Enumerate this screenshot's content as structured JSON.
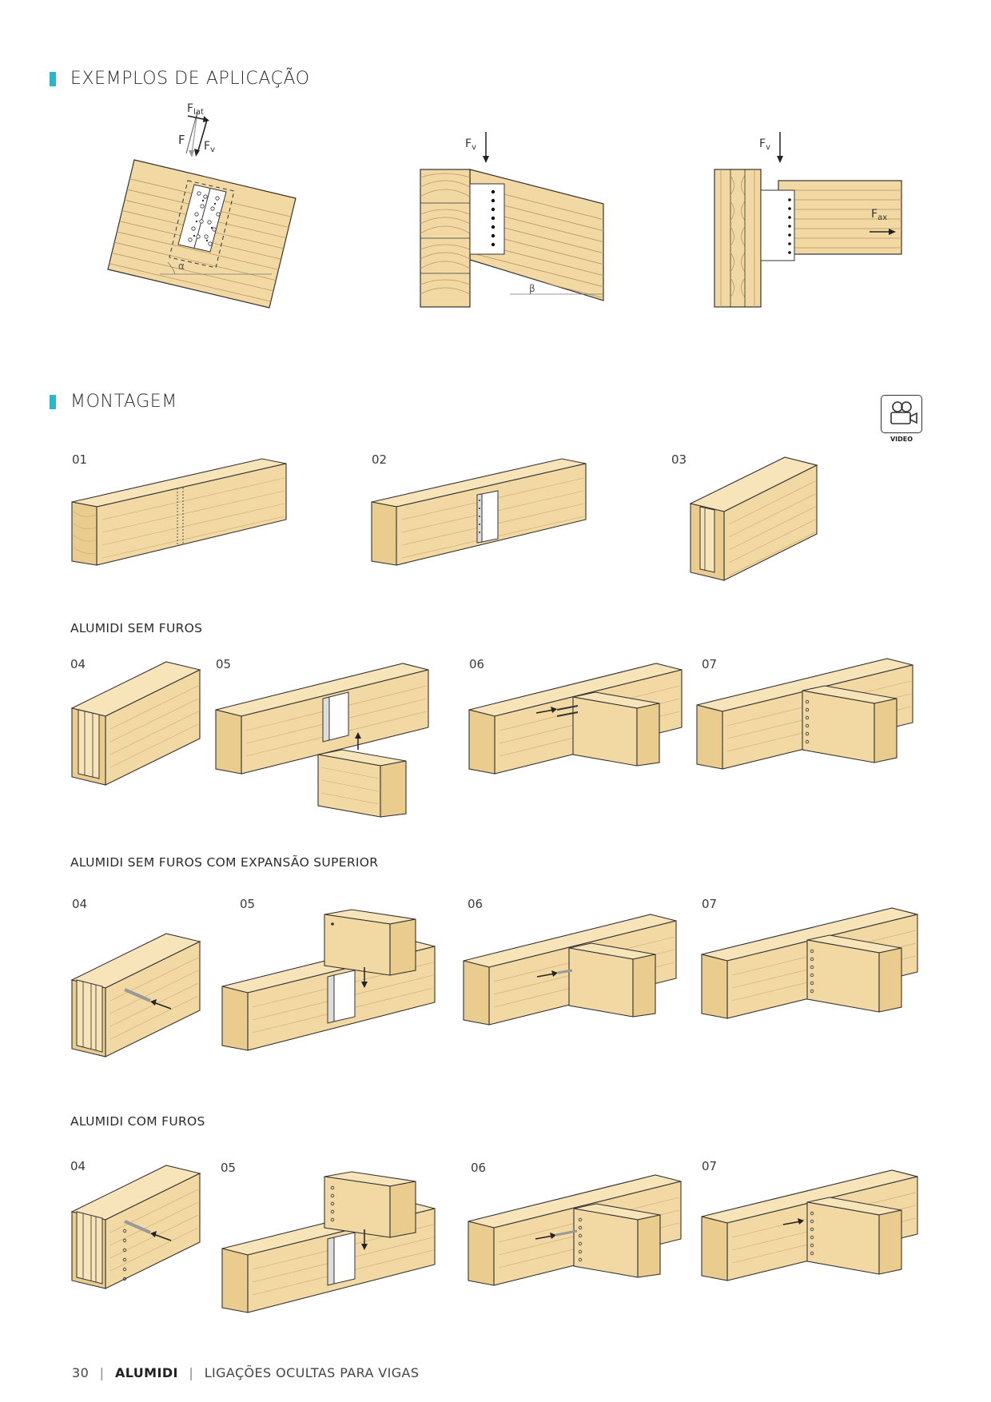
{
  "colors": {
    "accent": "#29b6cf",
    "wood": "#f2d9a4",
    "wood_dark": "#e3c07e",
    "grain": "#b9975d",
    "outline": "#333333",
    "plate": "#ffffff"
  },
  "sections": {
    "examples": {
      "title": "EXEMPLOS DE APLICAÇÃO"
    },
    "assembly": {
      "title": "MONTAGEM"
    }
  },
  "examples_labels": {
    "fig1": {
      "f_lat_main": "F",
      "f_lat_sub": "lat",
      "f": "F",
      "fv_main": "F",
      "fv_sub": "v",
      "angle": "α"
    },
    "fig2": {
      "fv_main": "F",
      "fv_sub": "v",
      "angle": "β"
    },
    "fig3": {
      "fv_main": "F",
      "fv_sub": "v",
      "fax_main": "F",
      "fax_sub": "ax"
    }
  },
  "video": {
    "label": "VIDEO",
    "icon": "video-camera-icon"
  },
  "steps_intro": [
    "01",
    "02",
    "03"
  ],
  "groups": [
    {
      "title": "ALUMIDI SEM FUROS",
      "steps": [
        "04",
        "05",
        "06",
        "07"
      ]
    },
    {
      "title": "ALUMIDI SEM FUROS COM EXPANSÃO SUPERIOR",
      "steps": [
        "04",
        "05",
        "06",
        "07"
      ]
    },
    {
      "title": "ALUMIDI COM FUROS",
      "steps": [
        "04",
        "05",
        "06",
        "07"
      ]
    }
  ],
  "footer": {
    "page": "30",
    "brand": "ALUMIDI",
    "subtitle": "LIGAÇÕES OCULTAS PARA VIGAS",
    "sep": "|"
  }
}
